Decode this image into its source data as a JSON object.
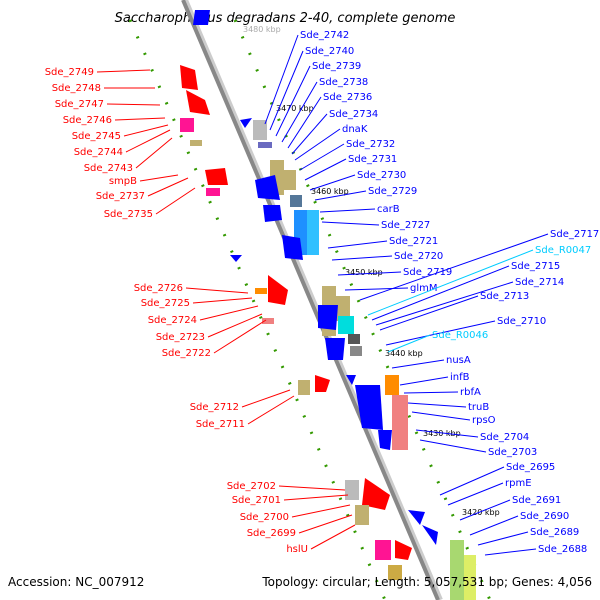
{
  "title": "Saccharophagus degradans 2-40, complete genome",
  "accession": "Accession: NC_007912",
  "topology": "Topology: circular; Length: 5,057,531 bp; Genes: 4,056",
  "colors": {
    "reverse_label": "#ff0000",
    "forward_label": "#0000ff",
    "rna_label": "#00ccff",
    "backbone": "#999999",
    "dots": "#339900"
  },
  "ticks": [
    "3480 kbp",
    "3470 kbp",
    "3460 kbp",
    "3450 kbp",
    "3440 kbp",
    "3430 kbp",
    "3420 kbp"
  ],
  "left_labels": [
    "Sde_2749",
    "Sde_2748",
    "Sde_2747",
    "Sde_2746",
    "Sde_2745",
    "Sde_2744",
    "Sde_2743",
    "smpB",
    "Sde_2737",
    "Sde_2735",
    "Sde_2726",
    "Sde_2725",
    "Sde_2724",
    "Sde_2723",
    "Sde_2722",
    "Sde_2712",
    "Sde_2711",
    "Sde_2702",
    "Sde_2701",
    "Sde_2700",
    "Sde_2699",
    "hslU"
  ],
  "right_labels": [
    "Sde_2742",
    "Sde_2740",
    "Sde_2739",
    "Sde_2738",
    "Sde_2736",
    "Sde_2734",
    "dnaK",
    "Sde_2732",
    "Sde_2731",
    "Sde_2730",
    "Sde_2729",
    "carB",
    "Sde_2727",
    "Sde_2721",
    "Sde_2720",
    "Sde_2719",
    "glmM",
    "Sde_2717",
    "Sde_R0047",
    "Sde_2715",
    "Sde_2714",
    "Sde_2713",
    "Sde_2710",
    "Sde_R0046",
    "nusA",
    "infB",
    "rbfA",
    "truB",
    "rpsO",
    "Sde_2704",
    "Sde_2703",
    "Sde_2695",
    "rpmE",
    "Sde_2691",
    "Sde_2690",
    "Sde_2689",
    "Sde_2688"
  ]
}
